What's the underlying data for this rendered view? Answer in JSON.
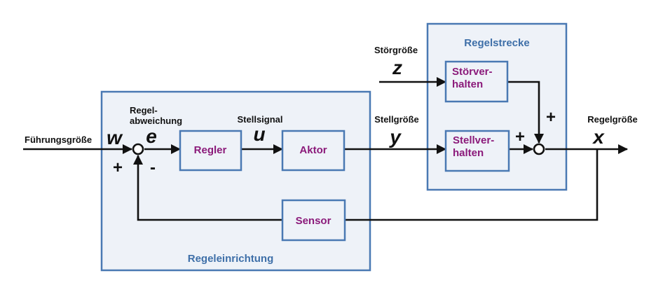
{
  "colors": {
    "block_text": "#8b1a7a",
    "group_text": "#3e6fa8",
    "box_border": "#4a79b3",
    "box_fill": "#eef2f8",
    "wire": "#111111"
  },
  "groups": {
    "controller": "Regeleinrichtung",
    "plant": "Regelstrecke"
  },
  "blocks": {
    "regler": "Regler",
    "aktor": "Aktor",
    "sensor": "Sensor",
    "stoerverhalten_line1": "Störver-",
    "stoerverhalten_line2": "halten",
    "stellverhalten_line1": "Stellver-",
    "stellverhalten_line2": "halten"
  },
  "signals": {
    "reference": {
      "label": "Führungsgröße",
      "symbol": "w"
    },
    "error": {
      "label_line1": "Regel-",
      "label_line2": "abweichung",
      "symbol": "e"
    },
    "control_signal": {
      "label": "Stellsignal",
      "symbol": "u"
    },
    "manipulated": {
      "label": "Stellgröße",
      "symbol": "y"
    },
    "disturbance": {
      "label": "Störgröße",
      "symbol": "z"
    },
    "output": {
      "label": "Regelgröße",
      "symbol": "x"
    }
  },
  "junction_signs": {
    "j1_plus": "+",
    "j1_minus": "-",
    "j2_plus_left": "+",
    "j2_plus_top": "+"
  }
}
